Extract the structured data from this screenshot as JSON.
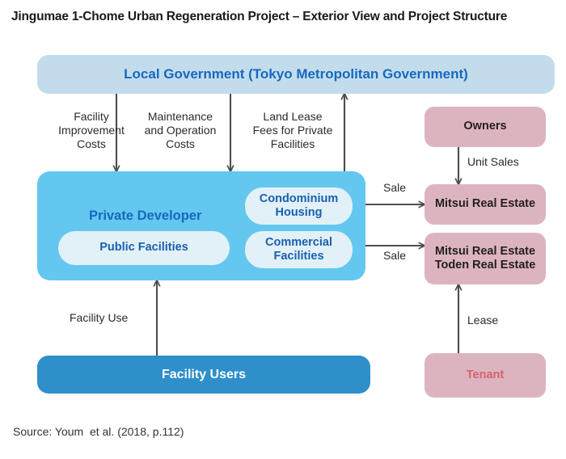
{
  "title": "Jingumae 1-Chome Urban Regeneration Project – Exterior View and Project Structure",
  "source": "Source: Youm  et al. (2018, p.112)",
  "colors": {
    "government_fill": "#c3dcec",
    "developer_fill": "#63c7ef",
    "inner_fill": "#e2f1f8",
    "users_fill": "#2e8fcb",
    "pink_fill": "#dcb4bf",
    "blue_text": "#1769c0",
    "tenant_text": "#d4626a",
    "arrow": "#4d4d4d"
  },
  "nodes": {
    "government": "Local Government (Tokyo Metropolitan Government)",
    "developer": "Private Developer",
    "condominium_housing": "Condominium\nHousing",
    "public_facilities": "Public Facilities",
    "commercial_facilities": "Commercial\nFacilities",
    "facility_users": "Facility Users",
    "owners": "Owners",
    "mitsui": "Mitsui Real Estate",
    "mitsui_toden": "Mitsui Real Estate\nToden Real Estate",
    "tenant": "Tenant"
  },
  "edges": {
    "facility_improvement_costs": "Facility\nImprovement\nCosts",
    "maintenance_operation_costs": "Maintenance\nand Operation\nCosts",
    "land_lease_fees": "Land Lease\nFees for Private\nFacilities",
    "sale_upper": "Sale",
    "sale_lower": "Sale",
    "unit_sales": "Unit Sales",
    "lease": "Lease",
    "facility_use": "Facility Use"
  }
}
